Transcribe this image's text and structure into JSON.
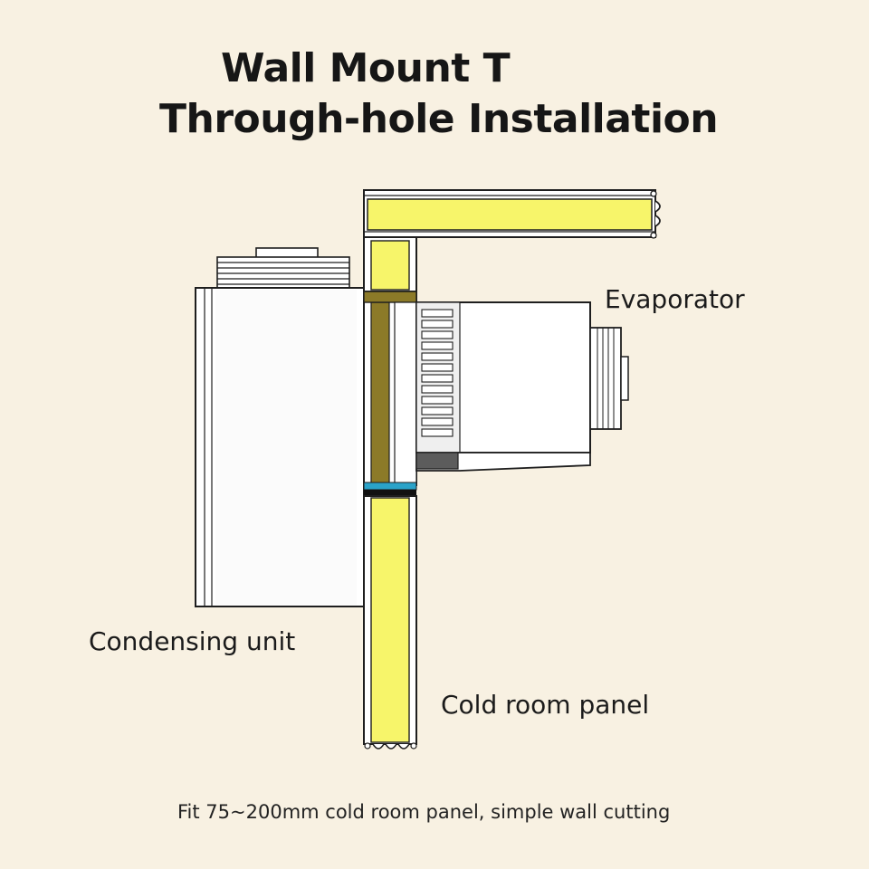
{
  "title": {
    "line1": "Wall Mount T",
    "line2": "Through-hole Installation"
  },
  "labels": {
    "evaporator": "Evaporator",
    "condensing_unit": "Condensing unit",
    "cold_room_panel": "Cold room panel"
  },
  "caption": "Fit 75~200mm cold room panel, simple wall cutting",
  "colors": {
    "background": "#f8f1e2",
    "panel_fill": "#f7f56a",
    "outline": "#1e1e1e",
    "through_hole_fill": "#8c7a28",
    "seal_strip": "#2aa3c9",
    "unit_body": "#ffffff"
  }
}
